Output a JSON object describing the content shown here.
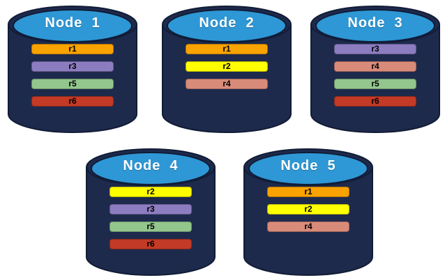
{
  "colors": {
    "background": "#FFFFFF",
    "cylinder_body": "#1E2A4C",
    "cylinder_outline": "#111C36",
    "cylinder_top": "#2E97D5",
    "title_text": "#FFFFFF",
    "bar_text": "#000000"
  },
  "replica_colors": {
    "r1": "#F9A300",
    "r2": "#FFFF00",
    "r3": "#8C7DC1",
    "r4": "#D98B79",
    "r5": "#93C68D",
    "r6": "#C33A26"
  },
  "nodes": [
    {
      "label": "Node  1",
      "replicas": [
        {
          "label": "r1",
          "color": "#F9A300"
        },
        {
          "label": "r3",
          "color": "#8C7DC1"
        },
        {
          "label": "r5",
          "color": "#93C68D"
        },
        {
          "label": "r6",
          "color": "#C33A26"
        }
      ]
    },
    {
      "label": "Node  2",
      "replicas": [
        {
          "label": "r1",
          "color": "#F9A300"
        },
        {
          "label": "r2",
          "color": "#FFFF00"
        },
        {
          "label": "r4",
          "color": "#D98B79"
        }
      ]
    },
    {
      "label": "Node  3",
      "replicas": [
        {
          "label": "r3",
          "color": "#8C7DC1"
        },
        {
          "label": "r4",
          "color": "#D98B79"
        },
        {
          "label": "r5",
          "color": "#93C68D"
        },
        {
          "label": "r6",
          "color": "#C33A26"
        }
      ]
    },
    {
      "label": "Node  4",
      "replicas": [
        {
          "label": "r2",
          "color": "#FFFF00"
        },
        {
          "label": "r3",
          "color": "#8C7DC1"
        },
        {
          "label": "r5",
          "color": "#93C68D"
        },
        {
          "label": "r6",
          "color": "#C33A26"
        }
      ]
    },
    {
      "label": "Node  5",
      "replicas": [
        {
          "label": "r1",
          "color": "#F9A300"
        },
        {
          "label": "r2",
          "color": "#FFFF00"
        },
        {
          "label": "r4",
          "color": "#D98B79"
        }
      ]
    }
  ]
}
